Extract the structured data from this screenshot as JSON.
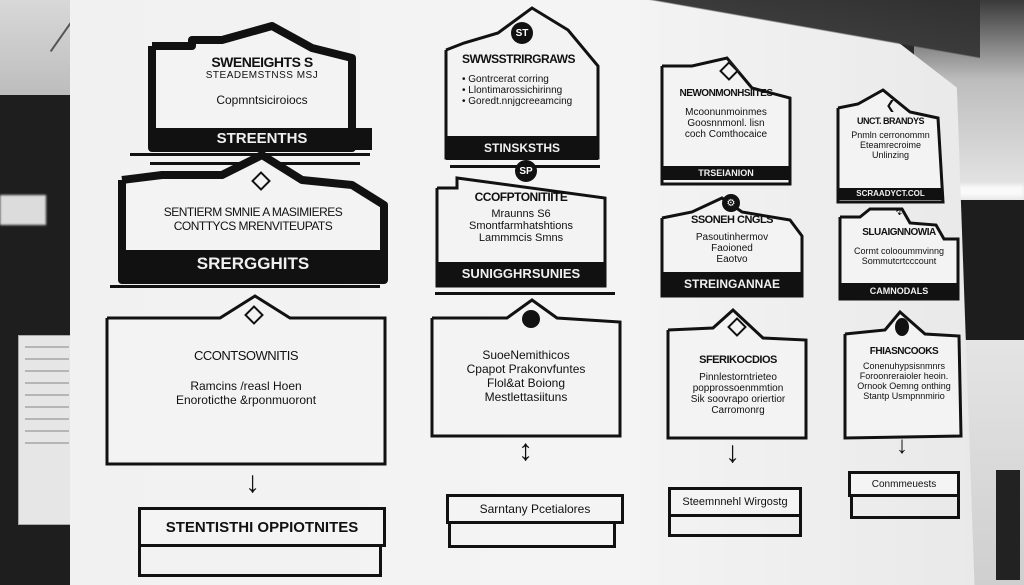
{
  "scene": {
    "description": "Black-and-white photo of a large printed poster showing a four-column strategy flowchart in an office",
    "palette": {
      "ink": "#111111",
      "paper": "#f2f2f2",
      "wall": "#1e1e1e",
      "ceiling": "#d8d8d8"
    }
  },
  "columns": [
    {
      "top_sign": {
        "title": "SWENEIGHTS S",
        "subtitle": "STEADEMSTNSS MSJ",
        "body": "Copmntsiciroiocs",
        "band": "STREENTHS"
      },
      "mid_sign": {
        "icon": "diamond-icon",
        "title": "SENTIERM SMNIE A  MASIMIERES",
        "subtitle": "CONTTYCS MRENVITEUPATS",
        "band": "SRERGGHITS"
      },
      "low_sign": {
        "icon": "diamond-icon",
        "title": "CCONTSOWNITIS",
        "lines": [
          "Ramcins /reasl Hoen",
          "Enoroticthe &rponmuoront"
        ]
      },
      "arrow": "down-arrow",
      "bottom_box": {
        "label": "STENTISTHI OPPIOTNITES"
      }
    },
    {
      "top_sign": {
        "badge": "ST",
        "title": "SWWSSTRIRGRAWS",
        "bullets": [
          "Gontrcerat corring",
          "Llontimarossichirinng",
          "Goredt.nnjgcreeamcing"
        ],
        "band": "STINSKSTHS"
      },
      "mid_sign": {
        "badge": "SP",
        "title": "CCOFPTONITIITE",
        "lines": [
          "Mraunns S6",
          "Smontfarmhatshtions",
          "Lammmcis Smns"
        ],
        "band": "SUNIGGHRSUNIES"
      },
      "low_sign": {
        "icon": "circle-icon",
        "lines": [
          "SuoeNemithicos",
          "Cpapot Prakonvfuntes",
          "Flol&at Boiong",
          "Mestlettasiituns"
        ]
      },
      "arrow": "double-arrow",
      "bottom_box": {
        "label": "Sarntany Pcetialores"
      }
    },
    {
      "top_sign": {
        "icon": "diamond-icon",
        "title": "NEWONMONHSIITES",
        "lines": [
          "Mcoonunmoinmes",
          "Goosnnmonl. lisn",
          "coch Comthocaice"
        ],
        "band": "TRSEIANION"
      },
      "mid_sign": {
        "icon": "gear-icon",
        "title": "SSONEH CNGLS",
        "lines": [
          "Pasoutinhermov",
          "Faoioned",
          "Eaotvo"
        ],
        "band": "STREINGANNAE"
      },
      "low_sign": {
        "icon": "diamond-icon",
        "title": "SFERIKOCDIOS",
        "lines": [
          "Pinnlestorntrieteo",
          "popprossoenmmtion",
          "Sik soovrapo oriertior",
          "Carromonrg"
        ]
      },
      "arrow": "down-arrow",
      "bottom_box": {
        "label": "Steemnnehl Wirgostg"
      }
    },
    {
      "top_sign": {
        "icon": "chevron-icon",
        "title": "UNCT. BRANDYS",
        "lines": [
          "Pnmln cerronommn",
          "Eteamrecroime",
          "Unlinzing"
        ],
        "band": "SCRAADYCT.COL"
      },
      "mid_sign": {
        "icon": "bolt-icon",
        "title": "SLUAIGNNOWIA",
        "lines": [
          "Cormt colooummvinng",
          "Sommutcrtcccount"
        ],
        "band": "CAMNODALS"
      },
      "low_sign": {
        "icon": "circle-icon",
        "title": "FHIASNCOOKS",
        "lines": [
          "Conenuhypsisnmnrs",
          "Foroonreraioler heoin.",
          "Ornook Oemng onthing",
          "Stantp Usmpnnmirio"
        ]
      },
      "arrow": "down-arrow",
      "bottom_box": {
        "label": "Conmmeuests"
      }
    }
  ]
}
